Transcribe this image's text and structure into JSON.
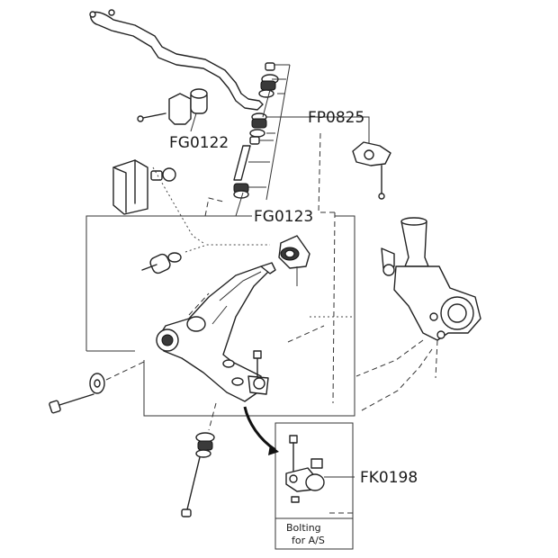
{
  "callouts": {
    "fp0825": "FP0825",
    "fg0122": "FG0122",
    "fg0123": "FG0123",
    "fk0198": "FK0198"
  },
  "inset": {
    "line1": "Bolting",
    "line2": "for  A/S"
  }
}
